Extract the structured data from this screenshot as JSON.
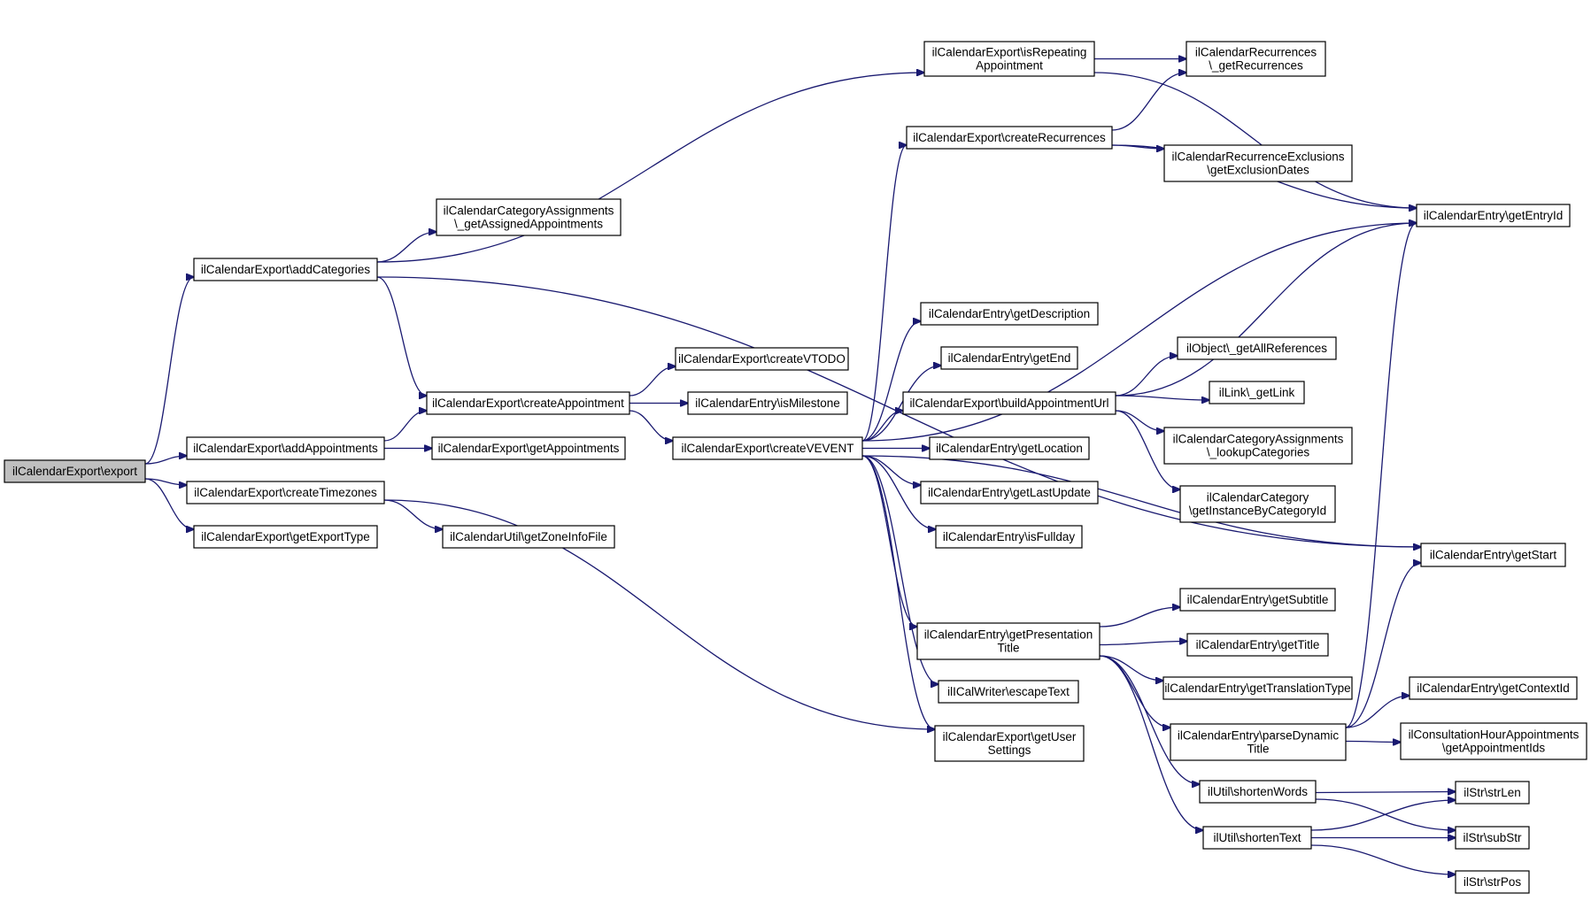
{
  "diagram": {
    "edge_color": "#191970",
    "root_fill": "#bfbfbf",
    "nodes": [
      {
        "id": "export",
        "lines": [
          "ilCalendarExport\\export"
        ],
        "root": true
      },
      {
        "id": "addCategories",
        "lines": [
          "ilCalendarExport\\addCategories"
        ]
      },
      {
        "id": "addAppointments",
        "lines": [
          "ilCalendarExport\\addAppointments"
        ]
      },
      {
        "id": "createTimezones",
        "lines": [
          "ilCalendarExport\\createTimezones"
        ]
      },
      {
        "id": "getExportType",
        "lines": [
          "ilCalendarExport\\getExportType"
        ]
      },
      {
        "id": "getAssignedAppointments",
        "lines": [
          "ilCalendarCategoryAssignments",
          "\\_getAssignedAppointments"
        ]
      },
      {
        "id": "createAppointment",
        "lines": [
          "ilCalendarExport\\createAppointment"
        ]
      },
      {
        "id": "getAppointments",
        "lines": [
          "ilCalendarExport\\getAppointments"
        ]
      },
      {
        "id": "getZoneInfoFile",
        "lines": [
          "ilCalendarUtil\\getZoneInfoFile"
        ]
      },
      {
        "id": "isRepeatingAppointment",
        "lines": [
          "ilCalendarExport\\isRepeating",
          "Appointment"
        ]
      },
      {
        "id": "createRecurrences",
        "lines": [
          "ilCalendarExport\\createRecurrences"
        ]
      },
      {
        "id": "createVTODO",
        "lines": [
          "ilCalendarExport\\createVTODO"
        ]
      },
      {
        "id": "isMilestone",
        "lines": [
          "ilCalendarEntry\\isMilestone"
        ]
      },
      {
        "id": "createVEVENT",
        "lines": [
          "ilCalendarExport\\createVEVENT"
        ]
      },
      {
        "id": "getDescription",
        "lines": [
          "ilCalendarEntry\\getDescription"
        ]
      },
      {
        "id": "getEnd",
        "lines": [
          "ilCalendarEntry\\getEnd"
        ]
      },
      {
        "id": "buildAppointmentUrl",
        "lines": [
          "ilCalendarExport\\buildAppointmentUrl"
        ]
      },
      {
        "id": "getLocation",
        "lines": [
          "ilCalendarEntry\\getLocation"
        ]
      },
      {
        "id": "getLastUpdate",
        "lines": [
          "ilCalendarEntry\\getLastUpdate"
        ]
      },
      {
        "id": "isFullday",
        "lines": [
          "ilCalendarEntry\\isFullday"
        ]
      },
      {
        "id": "getPresentationTitle",
        "lines": [
          "ilCalendarEntry\\getPresentation",
          "Title"
        ]
      },
      {
        "id": "escapeText",
        "lines": [
          "ilICalWriter\\escapeText"
        ]
      },
      {
        "id": "getUserSettings",
        "lines": [
          "ilCalendarExport\\getUser",
          "Settings"
        ]
      },
      {
        "id": "getRecurrences",
        "lines": [
          "ilCalendarRecurrences",
          "\\_getRecurrences"
        ]
      },
      {
        "id": "getExclusionDates",
        "lines": [
          "ilCalendarRecurrenceExclusions",
          "\\getExclusionDates"
        ]
      },
      {
        "id": "getAllReferences",
        "lines": [
          "ilObject\\_getAllReferences"
        ]
      },
      {
        "id": "getLink",
        "lines": [
          "ilLink\\_getLink"
        ]
      },
      {
        "id": "lookupCategories",
        "lines": [
          "ilCalendarCategoryAssignments",
          "\\_lookupCategories"
        ]
      },
      {
        "id": "getInstanceByCategoryId",
        "lines": [
          "ilCalendarCategory",
          "\\getInstanceByCategoryId"
        ]
      },
      {
        "id": "getSubtitle",
        "lines": [
          "ilCalendarEntry\\getSubtitle"
        ]
      },
      {
        "id": "getTitle",
        "lines": [
          "ilCalendarEntry\\getTitle"
        ]
      },
      {
        "id": "getTranslationType",
        "lines": [
          "ilCalendarEntry\\getTranslationType"
        ]
      },
      {
        "id": "parseDynamicTitle",
        "lines": [
          "ilCalendarEntry\\parseDynamic",
          "Title"
        ]
      },
      {
        "id": "shortenWords",
        "lines": [
          "ilUtil\\shortenWords"
        ]
      },
      {
        "id": "shortenText",
        "lines": [
          "ilUtil\\shortenText"
        ]
      },
      {
        "id": "getEntryId",
        "lines": [
          "ilCalendarEntry\\getEntryId"
        ]
      },
      {
        "id": "getStart",
        "lines": [
          "ilCalendarEntry\\getStart"
        ]
      },
      {
        "id": "getContextId",
        "lines": [
          "ilCalendarEntry\\getContextId"
        ]
      },
      {
        "id": "getAppointmentIds",
        "lines": [
          "ilConsultationHourAppointments",
          "\\getAppointmentIds"
        ]
      },
      {
        "id": "strLen",
        "lines": [
          "ilStr\\strLen"
        ]
      },
      {
        "id": "subStr",
        "lines": [
          "ilStr\\subStr"
        ]
      },
      {
        "id": "strPos",
        "lines": [
          "ilStr\\strPos"
        ]
      }
    ],
    "edges": [
      [
        "export",
        "addCategories"
      ],
      [
        "export",
        "addAppointments"
      ],
      [
        "export",
        "createTimezones"
      ],
      [
        "export",
        "getExportType"
      ],
      [
        "addCategories",
        "isRepeatingAppointment"
      ],
      [
        "addCategories",
        "getAssignedAppointments"
      ],
      [
        "addCategories",
        "getStart"
      ],
      [
        "addCategories",
        "createAppointment"
      ],
      [
        "addAppointments",
        "createAppointment"
      ],
      [
        "addAppointments",
        "getAppointments"
      ],
      [
        "createTimezones",
        "getUserSettings"
      ],
      [
        "createTimezones",
        "getZoneInfoFile"
      ],
      [
        "isRepeatingAppointment",
        "getEntryId"
      ],
      [
        "isRepeatingAppointment",
        "getRecurrences"
      ],
      [
        "createRecurrences",
        "getRecurrences"
      ],
      [
        "createRecurrences",
        "getEntryId"
      ],
      [
        "createRecurrences",
        "getExclusionDates"
      ],
      [
        "createAppointment",
        "createVTODO"
      ],
      [
        "createAppointment",
        "isMilestone"
      ],
      [
        "createAppointment",
        "createVEVENT"
      ],
      [
        "createVEVENT",
        "createRecurrences"
      ],
      [
        "createVEVENT",
        "getEntryId"
      ],
      [
        "createVEVENT",
        "getDescription"
      ],
      [
        "createVEVENT",
        "getEnd"
      ],
      [
        "createVEVENT",
        "buildAppointmentUrl"
      ],
      [
        "createVEVENT",
        "getLocation"
      ],
      [
        "createVEVENT",
        "getLastUpdate"
      ],
      [
        "createVEVENT",
        "isFullday"
      ],
      [
        "createVEVENT",
        "getStart"
      ],
      [
        "createVEVENT",
        "getPresentationTitle"
      ],
      [
        "createVEVENT",
        "escapeText"
      ],
      [
        "createVEVENT",
        "getUserSettings"
      ],
      [
        "buildAppointmentUrl",
        "getEntryId"
      ],
      [
        "buildAppointmentUrl",
        "getAllReferences"
      ],
      [
        "buildAppointmentUrl",
        "getLink"
      ],
      [
        "buildAppointmentUrl",
        "lookupCategories"
      ],
      [
        "buildAppointmentUrl",
        "getInstanceByCategoryId"
      ],
      [
        "getPresentationTitle",
        "getSubtitle"
      ],
      [
        "getPresentationTitle",
        "getTitle"
      ],
      [
        "getPresentationTitle",
        "getTranslationType"
      ],
      [
        "getPresentationTitle",
        "parseDynamicTitle"
      ],
      [
        "getPresentationTitle",
        "shortenWords"
      ],
      [
        "getPresentationTitle",
        "shortenText"
      ],
      [
        "parseDynamicTitle",
        "getEntryId"
      ],
      [
        "parseDynamicTitle",
        "getStart"
      ],
      [
        "parseDynamicTitle",
        "getContextId"
      ],
      [
        "parseDynamicTitle",
        "getAppointmentIds"
      ],
      [
        "shortenWords",
        "strLen"
      ],
      [
        "shortenWords",
        "subStr"
      ],
      [
        "shortenText",
        "strLen"
      ],
      [
        "shortenText",
        "subStr"
      ],
      [
        "shortenText",
        "strPos"
      ]
    ]
  }
}
